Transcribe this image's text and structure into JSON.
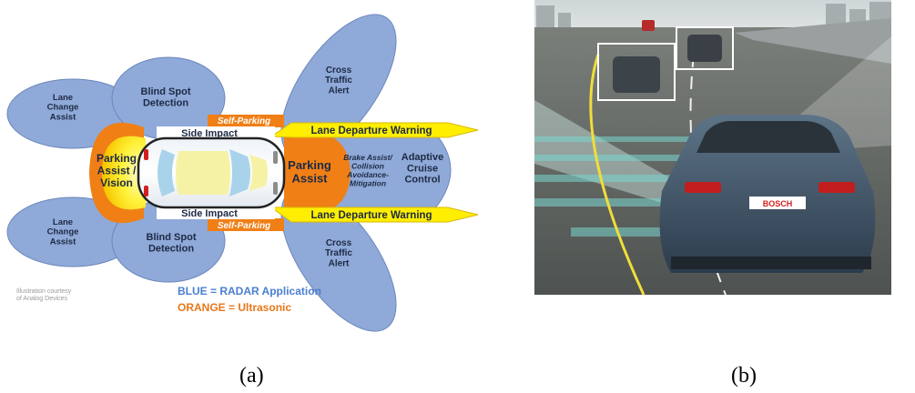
{
  "panel_a": {
    "zones": {
      "lane_change_top": "Lane\nChange\nAssist",
      "lane_change_bottom": "Lane\nChange\nAssist",
      "blind_spot_top": "Blind Spot\nDetection",
      "blind_spot_bottom": "Blind Spot\nDetection",
      "cross_traffic_top": "Cross\nTraffic\nAlert",
      "cross_traffic_bottom": "Cross\nTraffic\nAlert",
      "parking_rear": "Parking\nAssist /\nVision",
      "parking_front": "Parking\nAssist",
      "self_parking_top": "Self-Parking",
      "self_parking_bottom": "Self-Parking",
      "side_impact_top": "Side Impact",
      "side_impact_bottom": "Side Impact",
      "lane_departure_top": "Lane Departure Warning",
      "lane_departure_bottom": "Lane Departure Warning",
      "brake_assist": "Brake Assist/\nCollision\nAvoidance-\nMitigation",
      "adaptive_cruise": "Adaptive\nCruise\nControl"
    },
    "credit": "Illustration courtesy\nof Analog Devices",
    "legend": {
      "blue": "BLUE = RADAR Application",
      "orange": "ORANGE = Ultrasonic"
    },
    "colors": {
      "radar_blue": "#8fa9d8",
      "ultrasonic_orange": "#f07f16",
      "warning_yellow": "#ffee00",
      "legend_blue": "#4a7fd0",
      "legend_orange": "#e8771a"
    }
  },
  "panel_b": {
    "badge": "BOSCH"
  },
  "captions": {
    "a": "(a)",
    "b": "(b)"
  }
}
